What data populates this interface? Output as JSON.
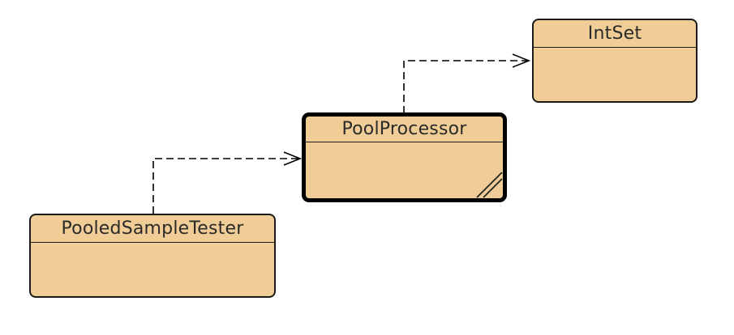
{
  "diagram": {
    "classes": [
      {
        "id": "intset",
        "name": "IntSet",
        "selected": false
      },
      {
        "id": "poolprocessor",
        "name": "PoolProcessor",
        "selected": true
      },
      {
        "id": "pooledsampletester",
        "name": "PooledSampleTester",
        "selected": false
      }
    ],
    "dependencies": [
      {
        "from": "pooledsampletester",
        "to": "poolprocessor",
        "style": "dashed",
        "arrow": "open"
      },
      {
        "from": "poolprocessor",
        "to": "intset",
        "style": "dashed",
        "arrow": "open"
      }
    ],
    "colors": {
      "class_fill": "#f0cd97",
      "border": "#1a1a1a",
      "edge": "#000000"
    }
  }
}
